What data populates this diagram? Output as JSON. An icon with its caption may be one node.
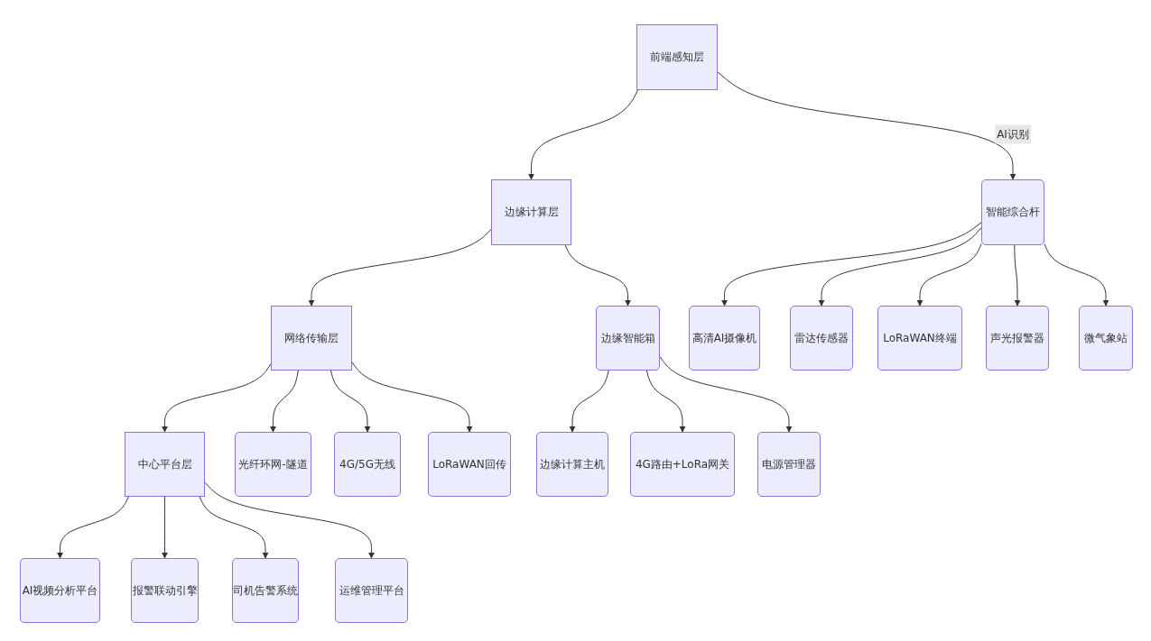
{
  "diagram": {
    "nodes": [
      {
        "text": [
          "前端感知层"
        ]
      },
      {
        "text": [
          "边缘计算层"
        ]
      },
      {
        "text": [
          "智能综合杆"
        ]
      },
      {
        "text": [
          "网络传输层"
        ]
      },
      {
        "text": [
          "边缘智能箱"
        ]
      },
      {
        "text": [
          "高清AI摄像机"
        ]
      },
      {
        "text": [
          "雷达传感器"
        ]
      },
      {
        "text": [
          "LoRaWAN终端"
        ]
      },
      {
        "text": [
          "声光报警器"
        ]
      },
      {
        "text": [
          "微气象站"
        ]
      },
      {
        "text": [
          "中心平台层"
        ]
      },
      {
        "text": [
          "光纤环网-隧道"
        ]
      },
      {
        "text": [
          "4G/5G无线"
        ]
      },
      {
        "text": [
          "LoRaWAN回传"
        ]
      },
      {
        "text": [
          "边缘计算主机"
        ]
      },
      {
        "text": [
          "4G路由+LoRa网关"
        ]
      },
      {
        "text": [
          "电源管理器"
        ]
      },
      {
        "text": [
          "AI视频分析平台"
        ]
      },
      {
        "text": [
          "报警联动引擎"
        ]
      },
      {
        "text": [
          "司机告警系统"
        ]
      },
      {
        "text": [
          "运维管理平台"
        ]
      }
    ],
    "edges": [
      {
        "from": 0,
        "to": 1,
        "arrow": "to"
      },
      {
        "from": 0,
        "to": 2,
        "arrow": "to",
        "label": "AI识别"
      },
      {
        "from": 1,
        "to": 3,
        "arrow": "to"
      },
      {
        "from": 1,
        "to": 4,
        "arrow": "to"
      },
      {
        "from": 2,
        "to": 5,
        "arrow": "to"
      },
      {
        "from": 2,
        "to": 6,
        "arrow": "to"
      },
      {
        "from": 2,
        "to": 7,
        "arrow": "to"
      },
      {
        "from": 2,
        "to": 8,
        "arrow": "to"
      },
      {
        "from": 2,
        "to": 9,
        "arrow": "to"
      },
      {
        "from": 3,
        "to": 10,
        "arrow": "to"
      },
      {
        "from": 3,
        "to": 11,
        "arrow": "to"
      },
      {
        "from": 3,
        "to": 12,
        "arrow": "to"
      },
      {
        "from": 3,
        "to": 13,
        "arrow": "to"
      },
      {
        "from": 4,
        "to": 14,
        "arrow": "to"
      },
      {
        "from": 4,
        "to": 15,
        "arrow": "to"
      },
      {
        "from": 4,
        "to": 16,
        "arrow": "to"
      },
      {
        "from": 10,
        "to": 17,
        "arrow": "to"
      },
      {
        "from": 10,
        "to": 18,
        "arrow": "to"
      },
      {
        "from": 10,
        "to": 19,
        "arrow": "to"
      },
      {
        "from": 10,
        "to": 20,
        "arrow": "to"
      }
    ]
  }
}
